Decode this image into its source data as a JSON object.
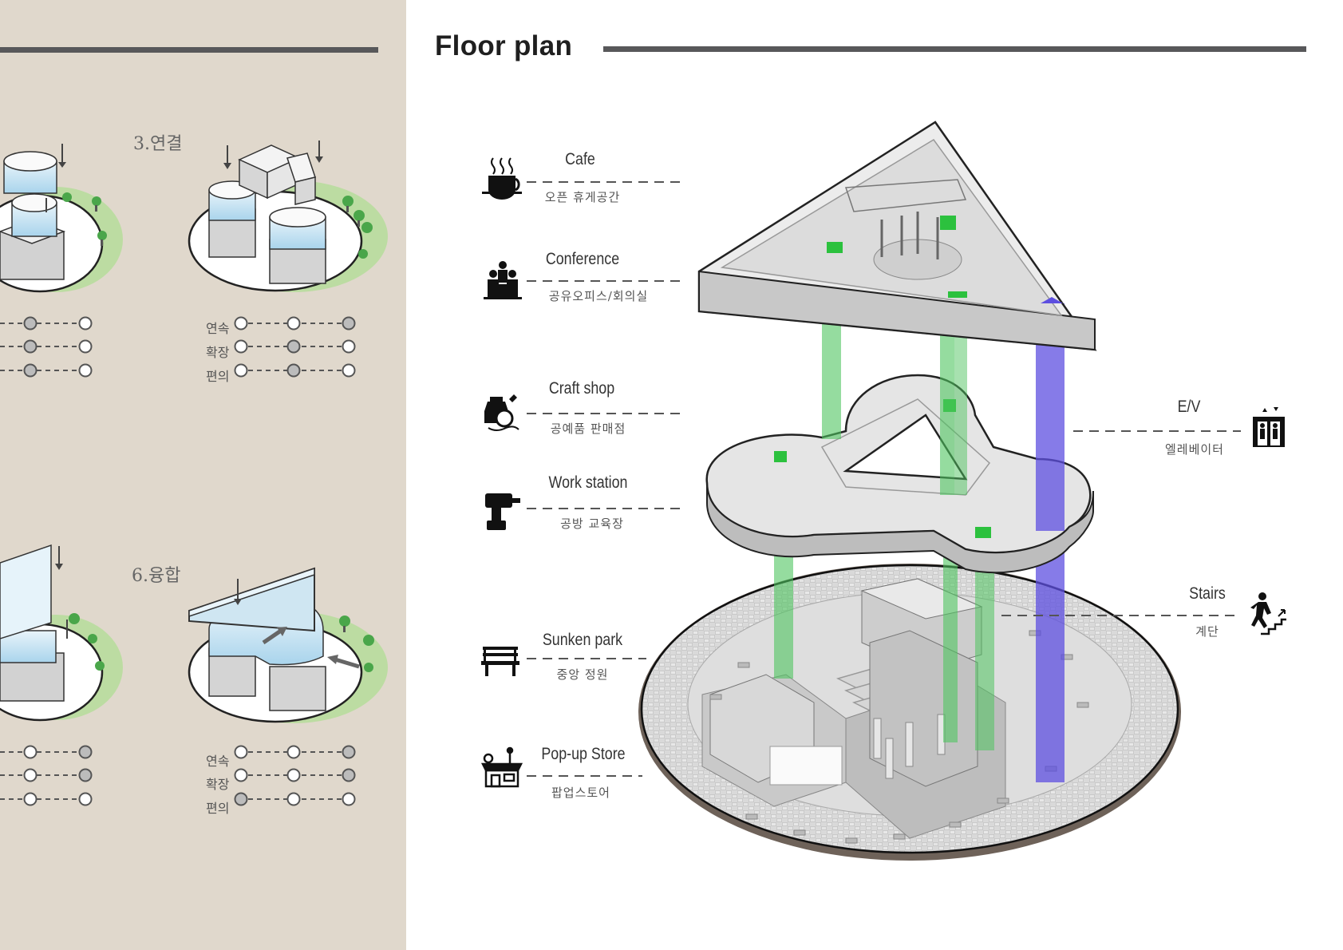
{
  "header": {
    "title": "Floor plan"
  },
  "concepts": [
    {
      "label": "3.연결"
    },
    {
      "label": "6.융합"
    }
  ],
  "rating_rows": [
    "연속",
    "확장",
    "편의"
  ],
  "programs_left": [
    {
      "title": "Cafe",
      "subtitle": "오픈 휴게공간",
      "icon": "coffee-cup-icon"
    },
    {
      "title": "Conference",
      "subtitle": "공유오피스/회의실",
      "icon": "meeting-people-icon"
    },
    {
      "title": "Craft shop",
      "subtitle": "공예품 판매점",
      "icon": "craft-tools-icon"
    },
    {
      "title": "Work station",
      "subtitle": "공방 교육장",
      "icon": "power-drill-icon"
    },
    {
      "title": "Sunken park",
      "subtitle": "중앙 정원",
      "icon": "bench-icon"
    },
    {
      "title": "Pop-up Store",
      "subtitle": "팝업스토어",
      "icon": "storefront-icon"
    }
  ],
  "programs_right": [
    {
      "title": "E/V",
      "subtitle": "엘레베이터",
      "icon": "elevator-icon"
    },
    {
      "title": "Stairs",
      "subtitle": "계단",
      "icon": "stairs-icon"
    }
  ],
  "colors": {
    "left_bg": "#e0d8cc",
    "rule": "#58585a",
    "green_shaft": "#4fc45f",
    "blue_shaft": "#5d4fe0",
    "glass": "#cfe6f2"
  }
}
